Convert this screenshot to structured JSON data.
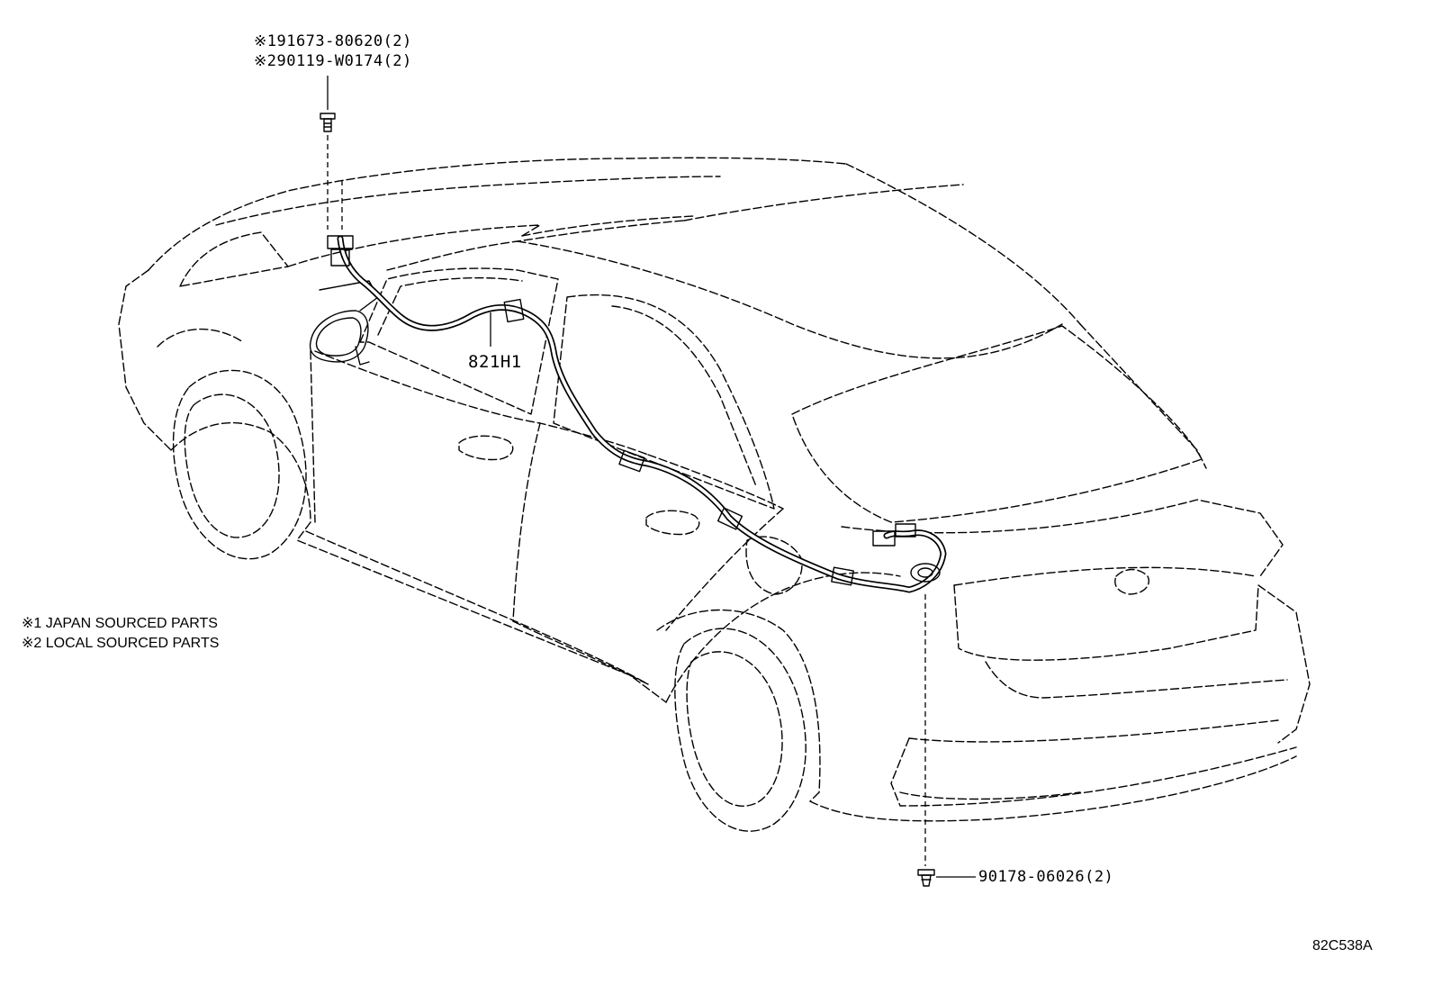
{
  "labels": {
    "bolt_top_line1": "※191673-80620(2)",
    "bolt_top_line2": "※290119-W0174(2)",
    "harness": "821H1",
    "clip_bottom": "90178-06026(2)",
    "note1": "※1 JAPAN SOURCED PARTS",
    "note2": "※2 LOCAL SOURCED PARTS",
    "illustration_code": "82C538A"
  },
  "icons": {
    "bolt": "bolt-icon",
    "clip": "clip-icon",
    "harness": "wire-harness-icon",
    "vehicle": "sedan-outline-icon"
  },
  "colors": {
    "line": "#000000",
    "background": "#ffffff"
  }
}
